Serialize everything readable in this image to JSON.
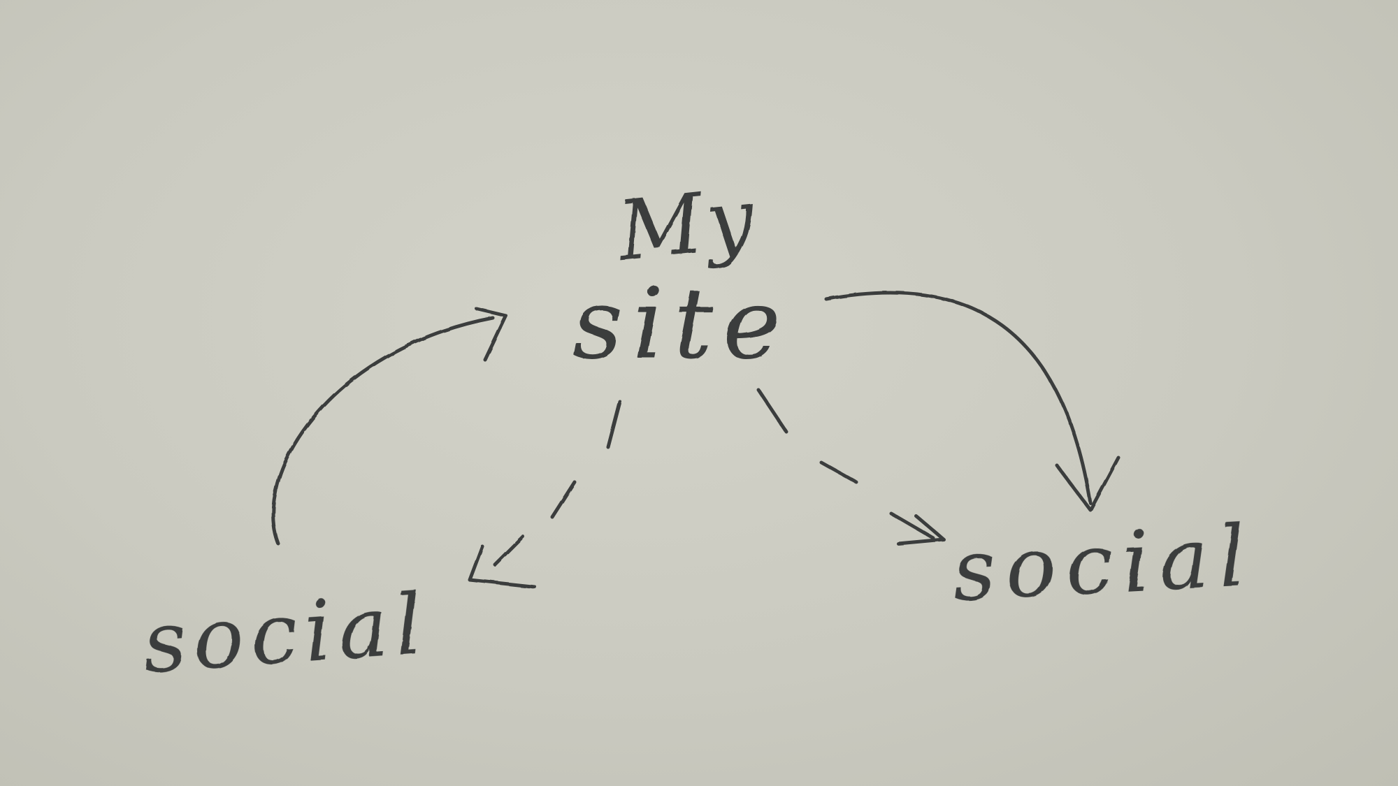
{
  "diagram": {
    "nodes": {
      "center": {
        "line1": "My",
        "line2": "site"
      },
      "left": {
        "label": "social"
      },
      "right": {
        "label": "social"
      }
    },
    "edges": [
      {
        "from": "center",
        "to": "left",
        "style": "dashed"
      },
      {
        "from": "center",
        "to": "right",
        "style": "dashed"
      },
      {
        "from": "left",
        "to": "center",
        "style": "solid"
      },
      {
        "from": "center",
        "to": "right",
        "style": "solid"
      }
    ]
  },
  "colors": {
    "paper": "#cbcbc1",
    "ink": "#3b3d3d"
  }
}
